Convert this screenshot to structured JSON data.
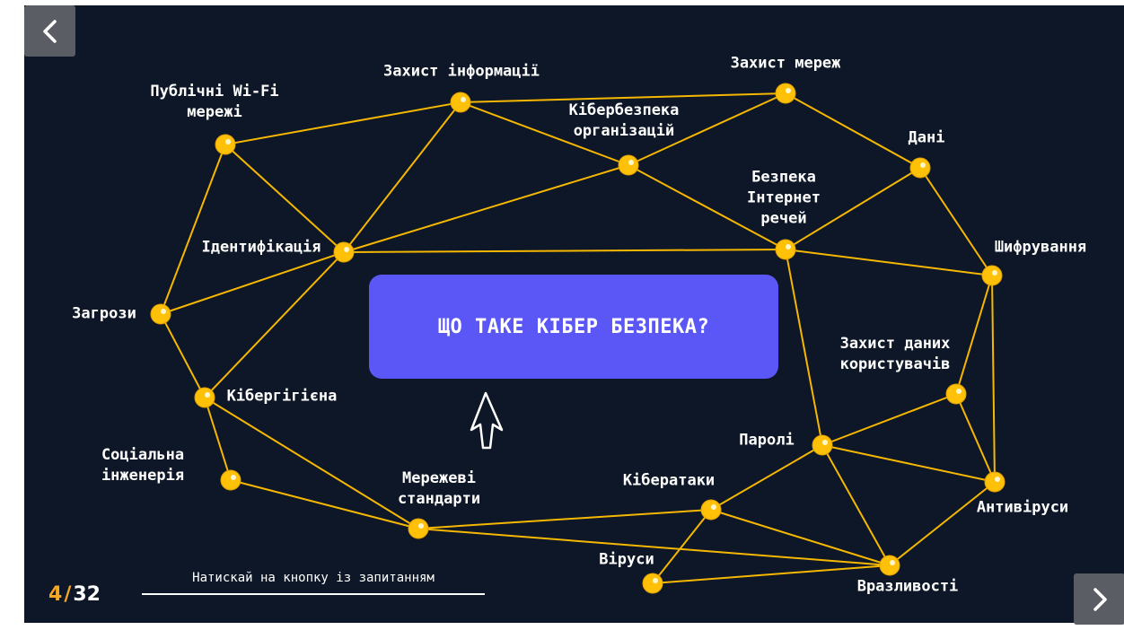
{
  "question_button": {
    "label": "ЩО ТАКЕ КІБЕР БЕЗПЕКА?"
  },
  "nodes": [
    {
      "id": "zakhyst-informatsii",
      "label": "Захист інформації"
    },
    {
      "id": "zakhyst-merezh",
      "label": "Захист мереж"
    },
    {
      "id": "publichni-wifi",
      "label": "Публічні Wi-Fi\nмережі"
    },
    {
      "id": "kiberbezpeka-orhanizatsii",
      "label": "Кібербезпека\nорганізацій"
    },
    {
      "id": "dani",
      "label": "Дані"
    },
    {
      "id": "bezpeka-iot",
      "label": "Безпека\nІнтернет\nречей"
    },
    {
      "id": "identyfikatsiia",
      "label": "Ідентифікація"
    },
    {
      "id": "shyfruvannia",
      "label": "Шифрування"
    },
    {
      "id": "zahrozy",
      "label": "Загрози"
    },
    {
      "id": "zakhyst-danykh",
      "label": "Захист даних\nкористувачів"
    },
    {
      "id": "kiberhihiiena",
      "label": "Кібергігієна"
    },
    {
      "id": "paroli",
      "label": "Паролі"
    },
    {
      "id": "sotsialna-inzheneriia",
      "label": "Соціальна\nінженерія"
    },
    {
      "id": "merezhevi-standarty",
      "label": "Мережеві\nстандарти"
    },
    {
      "id": "kiberataky",
      "label": "Кібератаки"
    },
    {
      "id": "antyvirusy",
      "label": "Антивіруси"
    },
    {
      "id": "virusy",
      "label": "Віруси"
    },
    {
      "id": "vrazlyvosti",
      "label": "Вразливості"
    }
  ],
  "edges": [
    [
      "publichni-wifi",
      "zakhyst-informatsii"
    ],
    [
      "publichni-wifi",
      "identyfikatsiia"
    ],
    [
      "publichni-wifi",
      "zahrozy"
    ],
    [
      "zakhyst-informatsii",
      "zakhyst-merezh"
    ],
    [
      "zakhyst-informatsii",
      "kiberbezpeka-orhanizatsii"
    ],
    [
      "zakhyst-informatsii",
      "identyfikatsiia"
    ],
    [
      "zakhyst-merezh",
      "kiberbezpeka-orhanizatsii"
    ],
    [
      "zakhyst-merezh",
      "dani"
    ],
    [
      "kiberbezpeka-orhanizatsii",
      "identyfikatsiia"
    ],
    [
      "kiberbezpeka-orhanizatsii",
      "bezpeka-iot"
    ],
    [
      "dani",
      "bezpeka-iot"
    ],
    [
      "dani",
      "shyfruvannia"
    ],
    [
      "identyfikatsiia",
      "bezpeka-iot"
    ],
    [
      "identyfikatsiia",
      "zahrozy"
    ],
    [
      "identyfikatsiia",
      "kiberhihiiena"
    ],
    [
      "bezpeka-iot",
      "shyfruvannia"
    ],
    [
      "bezpeka-iot",
      "paroli"
    ],
    [
      "shyfruvannia",
      "zakhyst-danykh"
    ],
    [
      "shyfruvannia",
      "antyvirusy"
    ],
    [
      "zahrozy",
      "kiberhihiiena"
    ],
    [
      "kiberhihiiena",
      "sotsialna-inzheneriia"
    ],
    [
      "kiberhihiiena",
      "merezhevi-standarty"
    ],
    [
      "sotsialna-inzheneriia",
      "merezhevi-standarty"
    ],
    [
      "merezhevi-standarty",
      "kiberataky"
    ],
    [
      "merezhevi-standarty",
      "vrazlyvosti"
    ],
    [
      "kiberataky",
      "paroli"
    ],
    [
      "kiberataky",
      "virusy"
    ],
    [
      "kiberataky",
      "vrazlyvosti"
    ],
    [
      "paroli",
      "zakhyst-danykh"
    ],
    [
      "paroli",
      "antyvirusy"
    ],
    [
      "paroli",
      "vrazlyvosti"
    ],
    [
      "zakhyst-danykh",
      "antyvirusy"
    ],
    [
      "antyvirusy",
      "vrazlyvosti"
    ],
    [
      "virusy",
      "vrazlyvosti"
    ]
  ],
  "footer": {
    "current_page": "4",
    "separator": "/",
    "total_pages": "32",
    "hint": "Натискай на кнопку із запитанням"
  },
  "colors": {
    "background": "#0d1727",
    "node": "#ffc107",
    "edge": "#f5b700",
    "button": "#5b57f6",
    "counter_accent": "#f5a623"
  },
  "icons": {
    "prev": "chevron-left-icon",
    "next": "chevron-right-icon",
    "pointer": "arrow-pointer-icon"
  }
}
